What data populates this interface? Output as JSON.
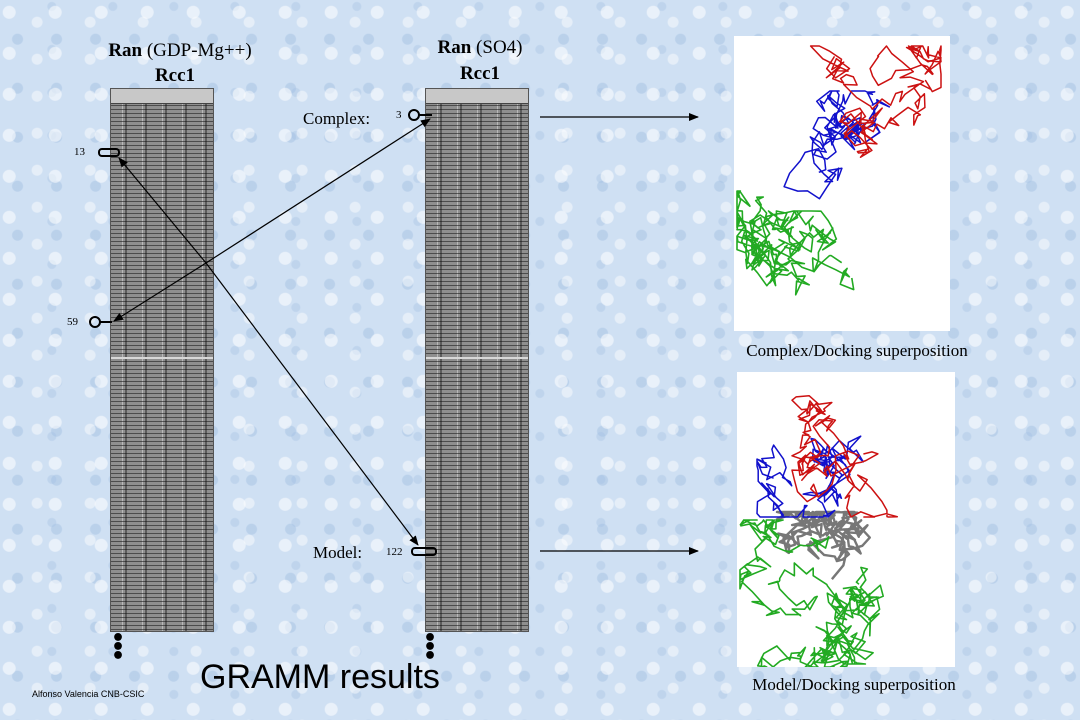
{
  "left_panel": {
    "title_bold": "Ran",
    "title_rest": "(GDP-Mg++)",
    "subtitle": "Rcc1",
    "marker_top": "13",
    "marker_bottom": "59"
  },
  "middle_panel": {
    "title_bold": "Ran",
    "title_rest": "(SO4)",
    "subtitle": "Rcc1",
    "complex_label": "Complex:",
    "complex_num": "3",
    "model_label": "Model:",
    "model_num": "122"
  },
  "right_panel": {
    "top_caption": "Complex/Docking superposition",
    "bottom_caption": "Model/Docking superposition",
    "colors": {
      "red": "#cc1111",
      "blue": "#1111cc",
      "green": "#22aa22",
      "gray": "#777777"
    }
  },
  "footer": {
    "title": "GRAMM results",
    "credit": "Alfonso Valencia  CNB-CSIC"
  }
}
